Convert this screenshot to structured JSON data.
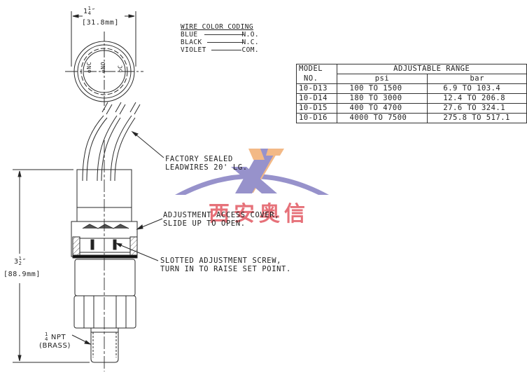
{
  "dimensions": {
    "top_width_fraction": "1¼\"",
    "top_width_whole": "1",
    "top_width_frac_num": "1",
    "top_width_frac_den": "4",
    "top_width_mm": "[31.8mm]",
    "height_whole": "3",
    "height_frac_num": "1",
    "height_frac_den": "2",
    "height_mm": "[88.9mm]"
  },
  "connector_pins": [
    "NC",
    "NO",
    "C"
  ],
  "wire_color_coding": {
    "title": "WIRE COLOR CODING",
    "rows": [
      {
        "color": "BLUE",
        "terminal": "N.O."
      },
      {
        "color": "BLACK",
        "terminal": "N.C."
      },
      {
        "color": "VIOLET",
        "terminal": "COM."
      }
    ]
  },
  "range_table": {
    "header_model_1": "MODEL",
    "header_model_2": "NO.",
    "header_range": "ADJUSTABLE RANGE",
    "header_psi": "psi",
    "header_bar": "bar",
    "rows": [
      {
        "model": "10-D13",
        "psi": "100  TO  1500",
        "bar": "6.9  TO  103.4"
      },
      {
        "model": "10-D14",
        "psi": "180  TO  3000",
        "bar": "12.4  TO  206.8"
      },
      {
        "model": "10-D15",
        "psi": "400  TO  4700",
        "bar": "27.6  TO  324.1"
      },
      {
        "model": "10-D16",
        "psi": "4000  TO  7500",
        "bar": "275.8  TO  517.1"
      }
    ]
  },
  "callouts": {
    "leadwires_1": "FACTORY SEALED",
    "leadwires_2": "LEADWIRES 20' LG.",
    "cover_1": "ADJUSTMENT ACCESS COVER,",
    "cover_2": "SLIDE UP TO OPEN.",
    "screw_1": "SLOTTED ADJUSTMENT SCREW,",
    "screw_2": "TURN IN TO RAISE SET POINT.",
    "npt_frac_num": "1",
    "npt_frac_den": "4",
    "npt_label": "NPT",
    "npt_material": "(BRASS)"
  },
  "watermark": {
    "text": "西安奥信",
    "logo_colors": {
      "orange": "#F2B27A",
      "purple": "#8C87C6",
      "red": "#E25862"
    }
  }
}
